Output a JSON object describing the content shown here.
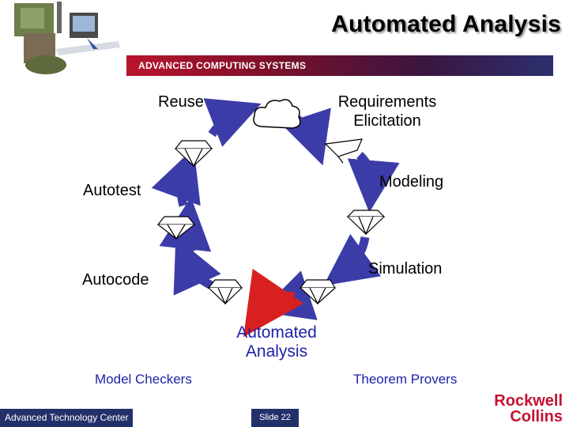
{
  "header": {
    "title": "Automated Analysis",
    "banner_text": "ADVANCED COMPUTING SYSTEMS"
  },
  "diagram": {
    "nodes": {
      "reuse": "Reuse",
      "requirements": [
        "Requirements",
        "Elicitation"
      ],
      "modeling": "Modeling",
      "autotest": "Autotest",
      "simulation": "Simulation",
      "autocode": "Autocode",
      "automated_analysis": [
        "Automated",
        "Analysis"
      ],
      "model_checkers": "Model Checkers",
      "theorem_provers": "Theorem Provers"
    },
    "colors": {
      "arrow": "#3c3ca8",
      "highlight_arrow": "#d92020",
      "analysis_text": "#1e22a8"
    }
  },
  "footer": {
    "left_text": "Advanced Technology Center",
    "slide_text": "Slide 22",
    "logo_line1": "Rockwell",
    "logo_line2": "Collins"
  }
}
